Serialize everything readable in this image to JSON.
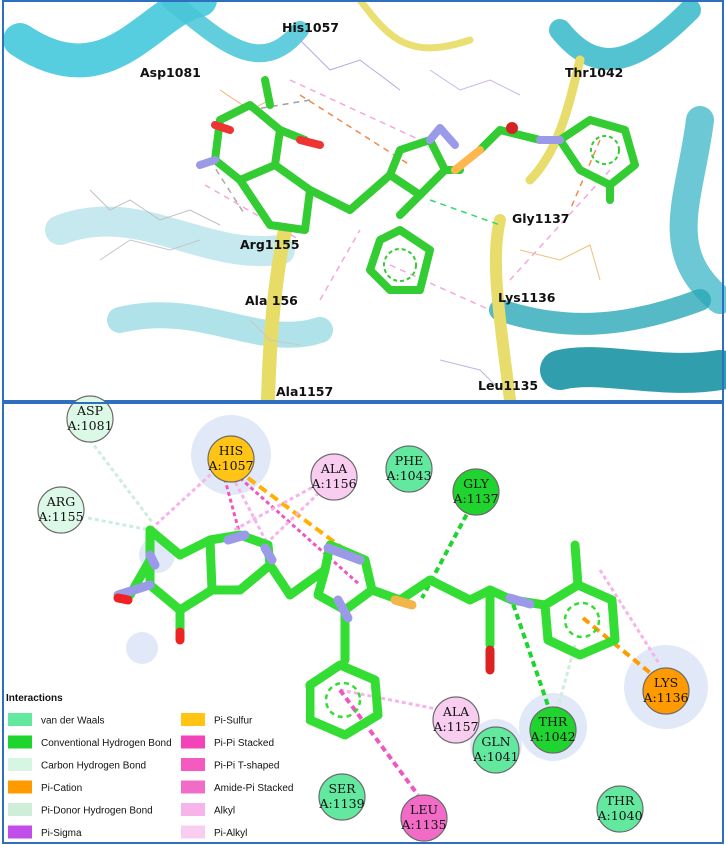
{
  "top_panel": {
    "residue_labels": [
      {
        "id": "his1057",
        "text": "His1057"
      },
      {
        "id": "asp1081",
        "text": "Asp1081"
      },
      {
        "id": "thr1042",
        "text": "Thr1042"
      },
      {
        "id": "gly1137",
        "text": "Gly1137"
      },
      {
        "id": "arg1155",
        "text": "Arg1155"
      },
      {
        "id": "ala1156",
        "text": "Ala  156"
      },
      {
        "id": "lys1136",
        "text": "Lys1136"
      },
      {
        "id": "ala1157",
        "text": "Ala1157"
      },
      {
        "id": "leu1135",
        "text": "Leu1135"
      }
    ]
  },
  "bottom_panel": {
    "residues": [
      {
        "id": "asp1081",
        "name": "ASP",
        "chain": "A:1081",
        "type": "van der Waals"
      },
      {
        "id": "arg1155",
        "name": "ARG",
        "chain": "A:1155",
        "type": "Carbon Hydrogen Bond"
      },
      {
        "id": "his1057",
        "name": "HIS",
        "chain": "A:1057",
        "type": "Pi-Sulfur"
      },
      {
        "id": "ala1156",
        "name": "ALA",
        "chain": "A:1156",
        "type": "Pi-Alkyl"
      },
      {
        "id": "phe1043",
        "name": "PHE",
        "chain": "A:1043",
        "type": "van der Waals"
      },
      {
        "id": "gly1137",
        "name": "GLY",
        "chain": "A:1137",
        "type": "Conventional Hydrogen Bond"
      },
      {
        "id": "lys1136",
        "name": "LYS",
        "chain": "A:1136",
        "type": "Pi-Cation"
      },
      {
        "id": "thr1042",
        "name": "THR",
        "chain": "A:1042",
        "type": "Conventional Hydrogen Bond"
      },
      {
        "id": "ala1157",
        "name": "ALA",
        "chain": "A:1157",
        "type": "Pi-Alkyl"
      },
      {
        "id": "gln1041",
        "name": "GLN",
        "chain": "A:1041",
        "type": "van der Waals"
      },
      {
        "id": "ser1139",
        "name": "SER",
        "chain": "A:1139",
        "type": "van der Waals"
      },
      {
        "id": "leu1135",
        "name": "LEU",
        "chain": "A:1135",
        "type": "Pi-Pi T-shaped"
      },
      {
        "id": "thr1040",
        "name": "THR",
        "chain": "A:1040",
        "type": "van der Waals"
      }
    ],
    "legend": {
      "title": "Interactions",
      "items": [
        {
          "label": "van der Waals",
          "color": "#63e8a0"
        },
        {
          "label": "Conventional Hydrogen Bond",
          "color": "#1fd42e"
        },
        {
          "label": "Carbon Hydrogen Bond",
          "color": "#d6f5e2"
        },
        {
          "label": "Pi-Cation",
          "color": "#ff9b00"
        },
        {
          "label": "Pi-Donor Hydrogen Bond",
          "color": "#cfeed9"
        },
        {
          "label": "Pi-Sigma",
          "color": "#c04ee8"
        },
        {
          "label": "Pi-Sulfur",
          "color": "#ffc414"
        },
        {
          "label": "Pi-Pi Stacked",
          "color": "#f244b8"
        },
        {
          "label": "Pi-Pi T-shaped",
          "color": "#f55ac0"
        },
        {
          "label": "Amide-Pi Stacked",
          "color": "#f06cc6"
        },
        {
          "label": "Alkyl",
          "color": "#f6b4ea"
        },
        {
          "label": "Pi-Alkyl",
          "color": "#f9cdf0"
        }
      ]
    }
  }
}
